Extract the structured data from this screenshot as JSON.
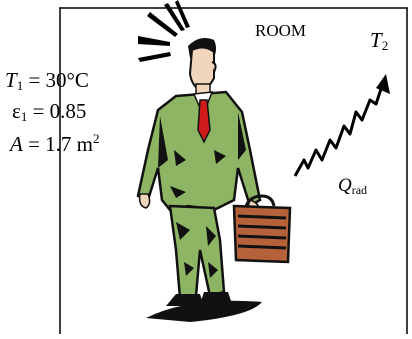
{
  "room": {
    "label": "ROOM",
    "t2_symbol": "T",
    "t2_subscript": "2",
    "q_symbol": "Q",
    "q_subscript": "rad"
  },
  "person": {
    "t1_symbol": "T",
    "t1_subscript": "1",
    "t1_equals": " = ",
    "t1_value": "30°C",
    "eps_symbol": "ε",
    "eps_subscript": "1",
    "eps_equals": " = ",
    "eps_value": "0.85",
    "area_symbol": "A",
    "area_equals": " = ",
    "area_value": "1.7 m",
    "area_exponent": "2"
  },
  "colors": {
    "suit": "#8db563",
    "suit_dark": "#111111",
    "skin": "#f2d6bc",
    "tie": "#d11b1b",
    "briefcase": "#b5613a",
    "ink": "#000000"
  }
}
